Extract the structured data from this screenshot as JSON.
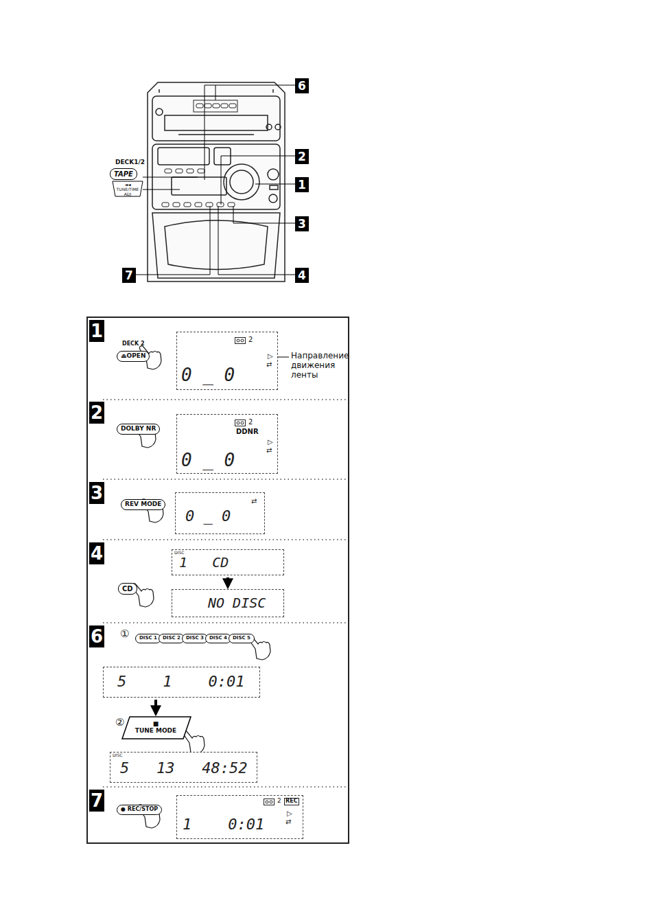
{
  "diagram": {
    "nodes": [
      {
        "text": [
          "DECK1/2",
          "TAPE"
        ]
      },
      {
        "text": [
          "DECK 2",
          "⏏OPEN"
        ]
      },
      {
        "text": [
          "2",
          "▷",
          "⇄",
          "0 _ 0"
        ]
      },
      {
        "text": [
          "DOLBY NR"
        ]
      },
      {
        "text": [
          "2",
          "DDNR",
          "▷",
          "⇄",
          "0 _ 0"
        ]
      },
      {
        "text": [
          "REV MODE"
        ]
      },
      {
        "text": [
          "⇄",
          "0 _ 0"
        ]
      },
      {
        "text": [
          "DISC",
          "1   CD"
        ]
      },
      {
        "text": [
          "CD"
        ]
      },
      {
        "text": [
          "NO DISC"
        ]
      },
      {
        "text": [
          "DISC 1"
        ]
      },
      {
        "text": [
          "DISC 2"
        ]
      },
      {
        "text": [
          "DISC 3"
        ]
      },
      {
        "text": [
          "DISC 4"
        ]
      },
      {
        "text": [
          "DISC 5"
        ]
      },
      {
        "text": [
          "5    1    0:01"
        ]
      },
      {
        "text": [
          "■",
          "TUNE MODE"
        ]
      },
      {
        "text": [
          "DISC",
          "5   13   48:52"
        ]
      },
      {
        "text": [
          "● REC/STOP"
        ]
      },
      {
        "text": [
          "2",
          "REC",
          "▷",
          "⇄",
          "1    0:01"
        ]
      }
    ],
    "edges": [
      {
        "from": 7,
        "to": 9,
        "arrow": "to"
      },
      {
        "from": 15,
        "to": 16,
        "arrow": "to"
      }
    ],
    "labels": [
      "6",
      "2",
      "1",
      "3",
      "7",
      "4",
      "◄◄ TUNE/TIME ADJ",
      "1",
      "2",
      "3",
      "4",
      "6",
      "7",
      "Направление движения ленты",
      "①",
      "②"
    ]
  }
}
